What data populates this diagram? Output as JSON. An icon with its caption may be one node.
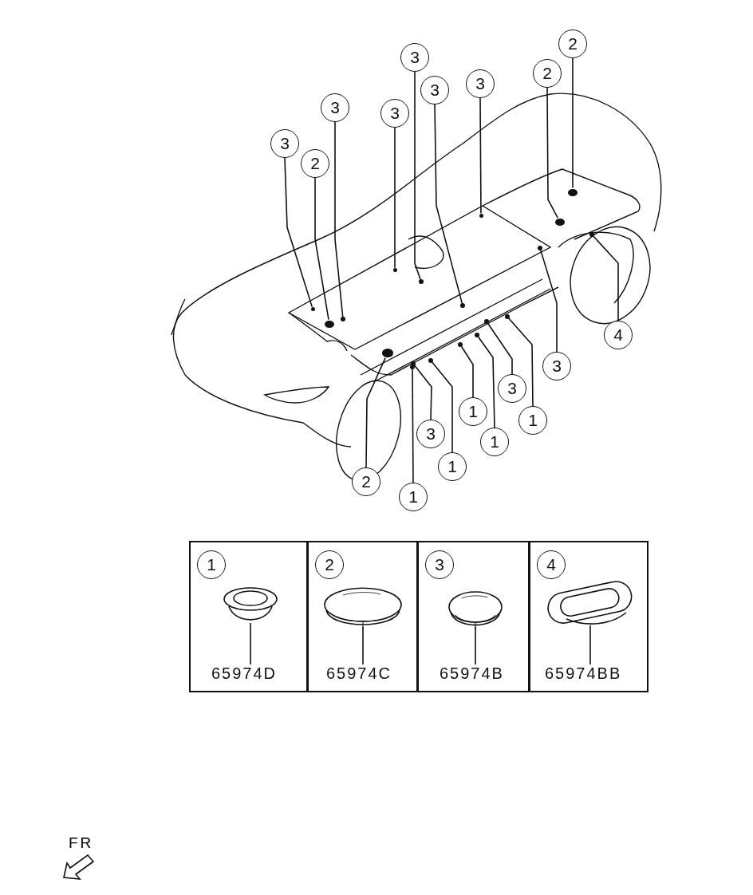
{
  "diagram": {
    "nodes": [
      {
        "text": [
          "3"
        ]
      },
      {
        "text": [
          "2"
        ]
      },
      {
        "text": [
          "3"
        ]
      },
      {
        "text": [
          "3"
        ]
      },
      {
        "text": [
          "3"
        ]
      },
      {
        "text": [
          "3"
        ]
      },
      {
        "text": [
          "3"
        ]
      },
      {
        "text": [
          "2"
        ]
      },
      {
        "text": [
          "2"
        ]
      },
      {
        "text": [
          "4"
        ]
      },
      {
        "text": [
          "3"
        ]
      },
      {
        "text": [
          "2"
        ]
      },
      {
        "text": [
          "1"
        ]
      },
      {
        "text": [
          "3"
        ]
      },
      {
        "text": [
          "1"
        ]
      },
      {
        "text": [
          "1"
        ]
      },
      {
        "text": [
          "1"
        ]
      },
      {
        "text": [
          "3"
        ]
      },
      {
        "text": [
          "1"
        ]
      },
      {
        "text": [],
        "shape": "box"
      },
      {
        "text": [
          "1"
        ],
        "in": 19
      },
      {
        "text": [],
        "shape": "picture",
        "in": 19
      },
      {
        "text": [
          "65974D"
        ],
        "in": 19
      },
      {
        "text": [],
        "shape": "box"
      },
      {
        "text": [
          "2"
        ],
        "in": 23
      },
      {
        "text": [],
        "shape": "picture",
        "in": 23
      },
      {
        "text": [
          "65974C"
        ],
        "in": 23
      },
      {
        "text": [],
        "shape": "box"
      },
      {
        "text": [
          "3"
        ],
        "in": 27
      },
      {
        "text": [],
        "shape": "picture",
        "in": 27
      },
      {
        "text": [
          "65974B"
        ],
        "in": 27
      },
      {
        "text": [],
        "shape": "box"
      },
      {
        "text": [
          "4"
        ],
        "in": 31
      },
      {
        "text": [],
        "shape": "picture",
        "in": 31
      },
      {
        "text": [
          "65974BB"
        ],
        "in": 31
      },
      {
        "text": [],
        "shape": "circle"
      },
      {
        "text": [],
        "shape": "circle"
      },
      {
        "text": [],
        "shape": "circle"
      },
      {
        "text": [],
        "shape": "circle"
      },
      {
        "text": [],
        "shape": "circle"
      },
      {
        "text": [],
        "shape": "circle"
      },
      {
        "text": [],
        "shape": "circle"
      },
      {
        "text": [],
        "shape": "circle"
      },
      {
        "text": [],
        "shape": "circle"
      },
      {
        "text": [],
        "shape": "circle"
      },
      {
        "text": [],
        "shape": "circle"
      },
      {
        "text": [],
        "shape": "circle"
      },
      {
        "text": [],
        "shape": "circle"
      },
      {
        "text": [],
        "shape": "circle"
      },
      {
        "text": [],
        "shape": "circle"
      },
      {
        "text": [],
        "shape": "circle"
      },
      {
        "text": [],
        "shape": "circle"
      },
      {
        "text": [],
        "shape": "circle"
      },
      {
        "text": [],
        "shape": "circle"
      }
    ],
    "edges": [
      {
        "from": 0,
        "to": 35,
        "arrow": "none"
      },
      {
        "from": 1,
        "to": 36,
        "arrow": "none"
      },
      {
        "from": 2,
        "to": 37,
        "arrow": "none"
      },
      {
        "from": 3,
        "to": 38,
        "arrow": "none"
      },
      {
        "from": 4,
        "to": 39,
        "arrow": "none"
      },
      {
        "from": 5,
        "to": 40,
        "arrow": "none"
      },
      {
        "from": 6,
        "to": 41,
        "arrow": "none"
      },
      {
        "from": 7,
        "to": 42,
        "arrow": "none"
      },
      {
        "from": 8,
        "to": 43,
        "arrow": "none"
      },
      {
        "from": 9,
        "to": 44,
        "arrow": "none"
      },
      {
        "from": 10,
        "to": 45,
        "arrow": "none"
      },
      {
        "from": 11,
        "to": 46,
        "arrow": "none"
      },
      {
        "from": 12,
        "to": 47,
        "arrow": "none"
      },
      {
        "from": 13,
        "to": 48,
        "arrow": "none"
      },
      {
        "from": 14,
        "to": 49,
        "arrow": "none"
      },
      {
        "from": 15,
        "to": 50,
        "arrow": "none"
      },
      {
        "from": 16,
        "to": 51,
        "arrow": "none"
      },
      {
        "from": 17,
        "to": 52,
        "arrow": "none"
      },
      {
        "from": 18,
        "to": 53,
        "arrow": "none"
      },
      {
        "from": 22,
        "to": 21,
        "arrow": "none"
      },
      {
        "from": 26,
        "to": 25,
        "arrow": "none"
      },
      {
        "from": 30,
        "to": 29,
        "arrow": "none"
      },
      {
        "from": 34,
        "to": 33,
        "arrow": "none"
      }
    ],
    "labels": [
      "FR"
    ]
  }
}
